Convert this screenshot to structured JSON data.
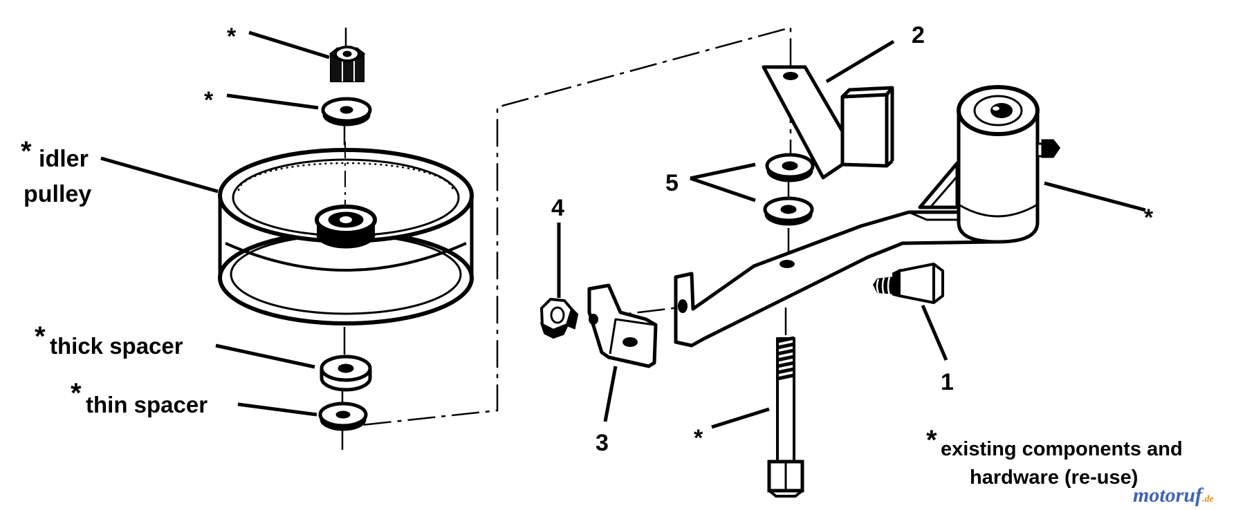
{
  "labels": {
    "star": "*",
    "idler_pulley_line1": "idler",
    "idler_pulley_line2": "pulley",
    "thick_spacer": "thick spacer",
    "thin_spacer": "thin spacer",
    "n1": "1",
    "n2": "2",
    "n3": "3",
    "n4": "4",
    "n5": "5",
    "note_line1": "existing components and",
    "note_line2": "hardware (re-use)"
  },
  "watermark": {
    "brand": "motoruf",
    "tld": ".de"
  },
  "colors": {
    "ink": "#000000",
    "paper": "#ffffff",
    "watermark_blue": "#3f63b6",
    "watermark_orange": "#e08a2c"
  }
}
